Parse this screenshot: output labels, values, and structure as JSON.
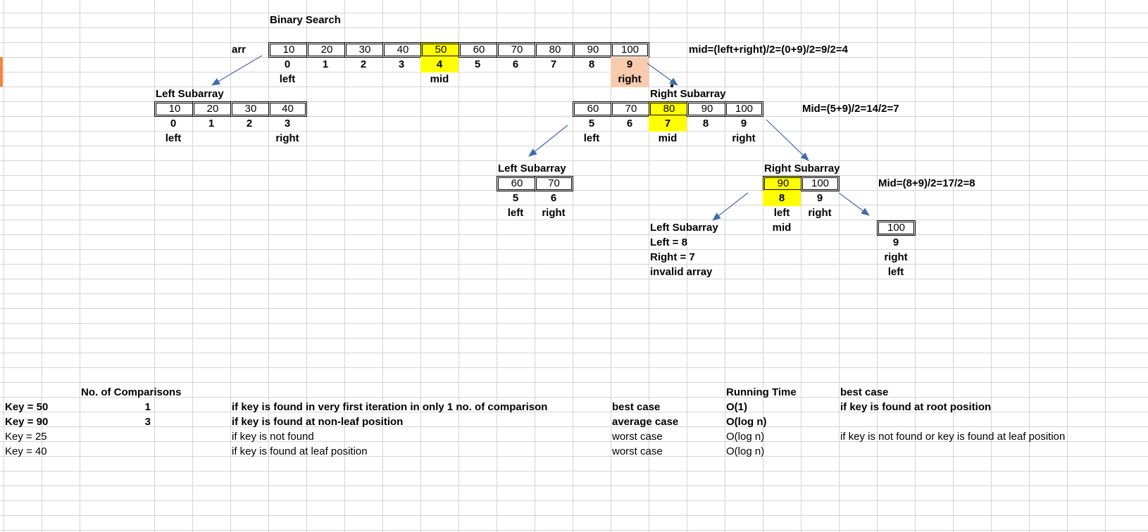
{
  "colors": {
    "highlight": "#ffff00",
    "selection": "#f8cbad",
    "arrow": "#3d6ab0",
    "gridline": "#d4d4d4"
  },
  "title": "Binary Search",
  "main_array": {
    "label": "arr",
    "values": [
      "10",
      "20",
      "30",
      "40",
      "50",
      "60",
      "70",
      "80",
      "90",
      "100"
    ],
    "indices": [
      "0",
      "1",
      "2",
      "3",
      "4",
      "5",
      "6",
      "7",
      "8",
      "9"
    ],
    "left_label": "left",
    "mid_label": "mid",
    "right_label": "right",
    "formula": "mid=(left+right)/2=(0+9)/2=9/2=4"
  },
  "left_subarray_1": {
    "title": "Left Subarray",
    "values": [
      "10",
      "20",
      "30",
      "40"
    ],
    "indices": [
      "0",
      "1",
      "2",
      "3"
    ],
    "left_label": "left",
    "right_label": "right"
  },
  "right_subarray_1": {
    "title": "Right Subarray",
    "values": [
      "60",
      "70",
      "80",
      "90",
      "100"
    ],
    "indices": [
      "5",
      "6",
      "7",
      "8",
      "9"
    ],
    "left_label": "left",
    "mid_label": "mid",
    "right_label": "right",
    "formula": "Mid=(5+9)/2=14/2=7"
  },
  "left_subarray_2": {
    "title": "Left Subarray",
    "values": [
      "60",
      "70"
    ],
    "indices": [
      "5",
      "6"
    ],
    "left_label": "left",
    "right_label": "right"
  },
  "right_subarray_2": {
    "title": "Right Subarray",
    "values": [
      "90",
      "100"
    ],
    "indices": [
      "8",
      "9"
    ],
    "left_label": "left",
    "right_label": "right",
    "mid_label": "mid",
    "formula": "Mid=(8+9)/2=17/2=8"
  },
  "left_subarray_3": {
    "title": "Left Subarray",
    "line1": "Left = 8",
    "line2": "Right = 7",
    "line3": "invalid array"
  },
  "single_element": {
    "value": "100",
    "index": "9",
    "label1": "right",
    "label2": "left"
  },
  "table": {
    "header_comparisons": "No. of Comparisons",
    "header_running_time": "Running Time",
    "header_best_case": "best case",
    "rows": [
      {
        "key": "Key = 50",
        "comparisons": "1",
        "description": "if key is found in very first iteration in only 1 no. of comparison",
        "case": "best case",
        "running_time": "O(1)",
        "note": "if key is found at root position"
      },
      {
        "key": "Key = 90",
        "comparisons": "3",
        "description": "if key is found at non-leaf position",
        "case": "average case",
        "running_time": "O(log n)",
        "note": ""
      },
      {
        "key": "Key = 25",
        "comparisons": "",
        "description": "if key is not found",
        "case": "worst case",
        "running_time": "O(log n)",
        "note": "if key is not found or key is found at leaf position"
      },
      {
        "key": "Key = 40",
        "comparisons": "",
        "description": "if key is found at leaf position",
        "case": "worst case",
        "running_time": "O(log n)",
        "note": ""
      }
    ]
  }
}
